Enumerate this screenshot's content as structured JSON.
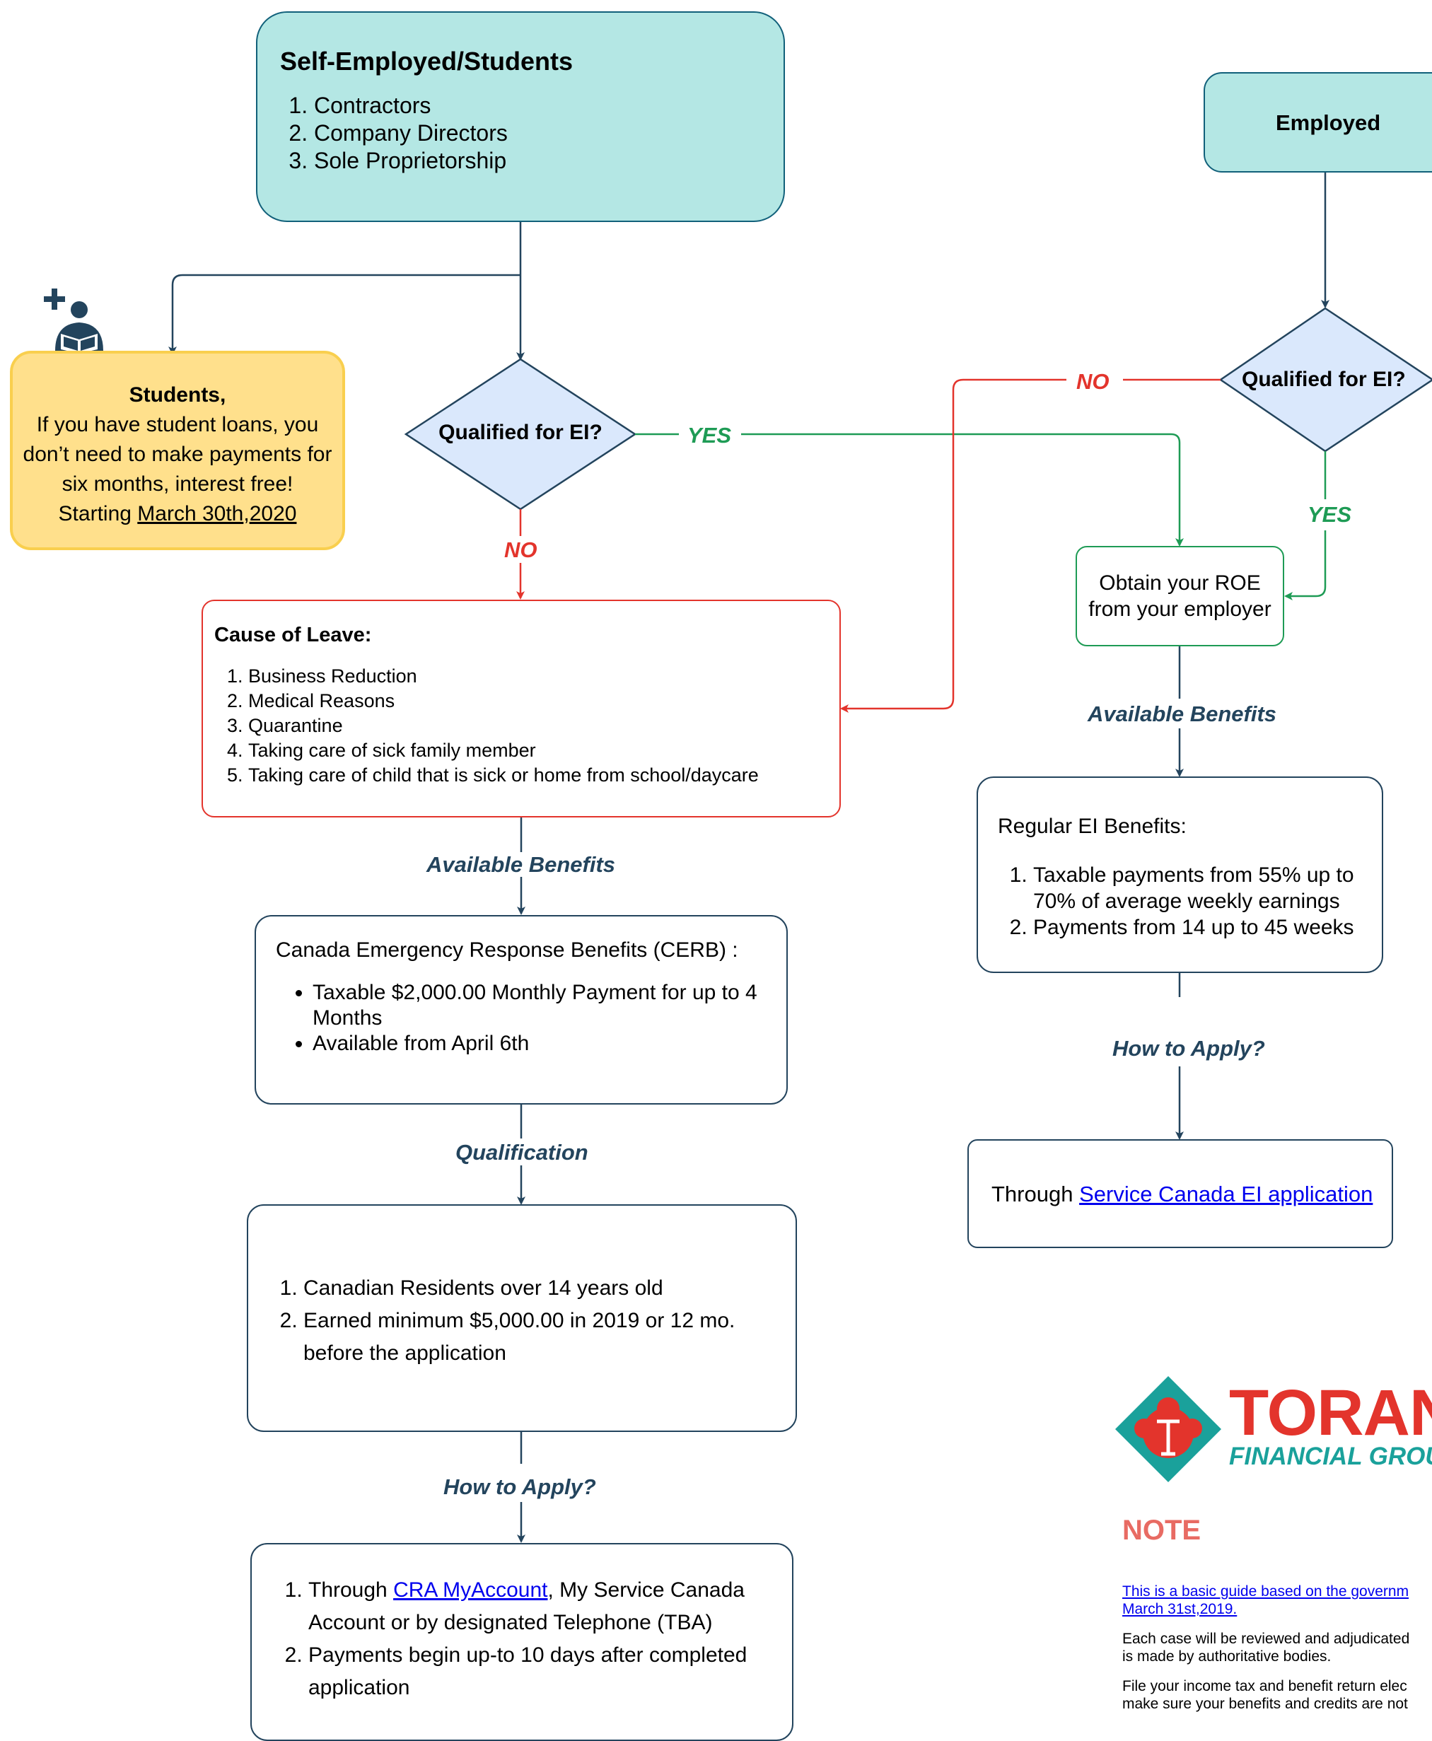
{
  "self_employed": {
    "title": "Self-Employed/Students",
    "items": [
      "Contractors",
      "Company Directors",
      "Sole Proprietorship"
    ]
  },
  "employed": {
    "title": "Employed"
  },
  "students": {
    "heading": "Students,",
    "line1": "If you have student loans, you don’t need to make payments for six months, interest free!",
    "starting_prefix": "Starting ",
    "date_part1": "March 30th",
    "date_sep": ",",
    "date_part2": "2020"
  },
  "decisions": {
    "left_question": "Qualified for EI?",
    "right_question": "Qualified for EI?"
  },
  "edge_labels": {
    "yes_left": "YES",
    "no_left": "NO",
    "no_right": "NO",
    "yes_right": "YES",
    "available_benefits_left": "Available Benefits",
    "available_benefits_right": "Available Benefits",
    "qualification": "Qualification",
    "how_to_apply_left": "How to Apply?",
    "how_to_apply_right": "How to Apply?"
  },
  "cause_of_leave": {
    "title": "Cause of Leave:",
    "items": [
      "Business Reduction",
      "Medical Reasons",
      "Quarantine",
      "Taking care of sick family member",
      "Taking care of child that is sick or home from school/daycare"
    ]
  },
  "roe": {
    "text": "Obtain your ROE from your employer"
  },
  "regular_ei": {
    "title": "Regular EI Benefits:",
    "items": [
      "Taxable payments from 55% up to 70% of average weekly earnings",
      "Payments from 14  up to 45 weeks"
    ]
  },
  "service_canada": {
    "prefix": "Through ",
    "link": "Service Canada EI application"
  },
  "cerb": {
    "title": "Canada Emergency Response Benefits (CERB) :",
    "items": [
      "Taxable $2,000.00 Monthly Payment for up to 4 Months",
      "Available from April 6th"
    ]
  },
  "qualification": {
    "items": [
      "Canadian Residents over 14 years old",
      "Earned minimum $5,000.00 in 2019 or 12 mo. before the application"
    ]
  },
  "apply": {
    "item1_prefix": "Through ",
    "item1_link": "CRA MyAccount",
    "item1_suffix": ", My Service Canada Account or by designated Telephone (TBA)",
    "item2": "Payments begin up-to 10 days after completed application"
  },
  "logo": {
    "name_visible": "TORAN",
    "sub_visible": "FINANCIAL GROU"
  },
  "note": {
    "heading": "NOTE",
    "link_line1": "This is a basic guide based on the governm",
    "link_line2": "March 31st,2019.",
    "para2_line1": "Each case will be reviewed and adjudicated",
    "para2_line2": "is made by authoritative bodies.",
    "para3_line1": "File your income tax and benefit return elec",
    "para3_line2": "make sure your benefits and credits are not"
  },
  "colors": {
    "teal": "#b4e7e4",
    "navy": "#23445d",
    "red": "#e3342c",
    "green": "#1e9b55",
    "yellow": "#ffe08c",
    "diamond": "#dae8fc",
    "logo_red": "#e3342c",
    "logo_teal": "#1aa19b"
  }
}
